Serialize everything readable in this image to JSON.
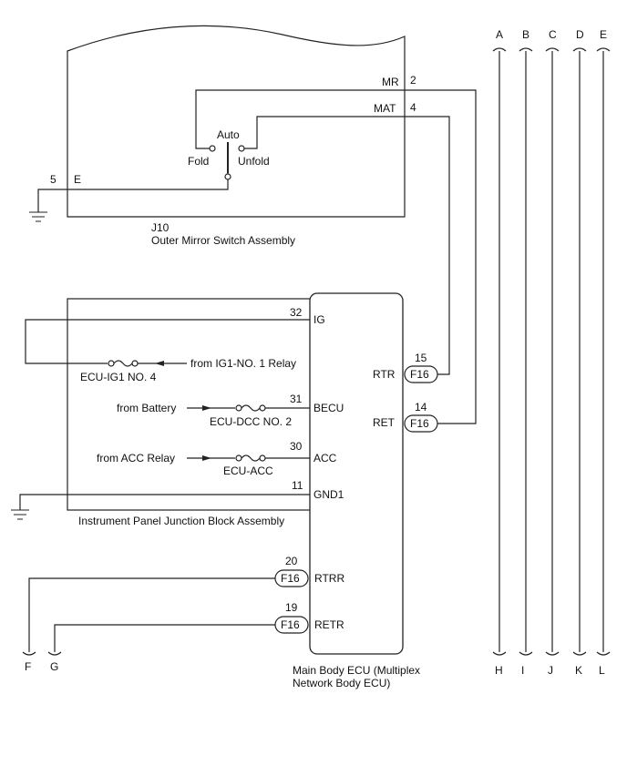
{
  "switch_assembly": {
    "code": "J10",
    "name": "Outer Mirror Switch Assembly",
    "pins": {
      "mr_name": "MR",
      "mr_num": "2",
      "mat_name": "MAT",
      "mat_num": "4",
      "e_name": "E",
      "e_num": "5"
    },
    "positions": {
      "auto": "Auto",
      "fold": "Fold",
      "unfold": "Unfold"
    }
  },
  "junction_block": {
    "name": "Instrument Panel Junction Block Assembly",
    "fuses": {
      "ig1": "ECU-IG1 NO. 4",
      "dcc": "ECU-DCC NO. 2",
      "acc": "ECU-ACC"
    },
    "sources": {
      "ig1_relay": "from IG1-NO. 1 Relay",
      "battery": "from Battery",
      "acc_relay": "from ACC Relay"
    }
  },
  "ecu": {
    "name_line1": "Main Body ECU (Multiplex",
    "name_line2": "Network Body ECU)",
    "connector": "F16",
    "pins": {
      "ig": {
        "name": "IG",
        "num": "32"
      },
      "becu": {
        "name": "BECU",
        "num": "31"
      },
      "acc": {
        "name": "ACC",
        "num": "30"
      },
      "gnd1": {
        "name": "GND1",
        "num": "11"
      },
      "rtr": {
        "name": "RTR",
        "num": "15"
      },
      "ret": {
        "name": "RET",
        "num": "14"
      },
      "rtrr": {
        "name": "RTRR",
        "num": "20"
      },
      "retr": {
        "name": "RETR",
        "num": "19"
      }
    }
  },
  "continuation": {
    "top": [
      "A",
      "B",
      "C",
      "D",
      "E"
    ],
    "bottom": [
      "H",
      "I",
      "J",
      "K",
      "L"
    ],
    "left": [
      "F",
      "G"
    ]
  }
}
